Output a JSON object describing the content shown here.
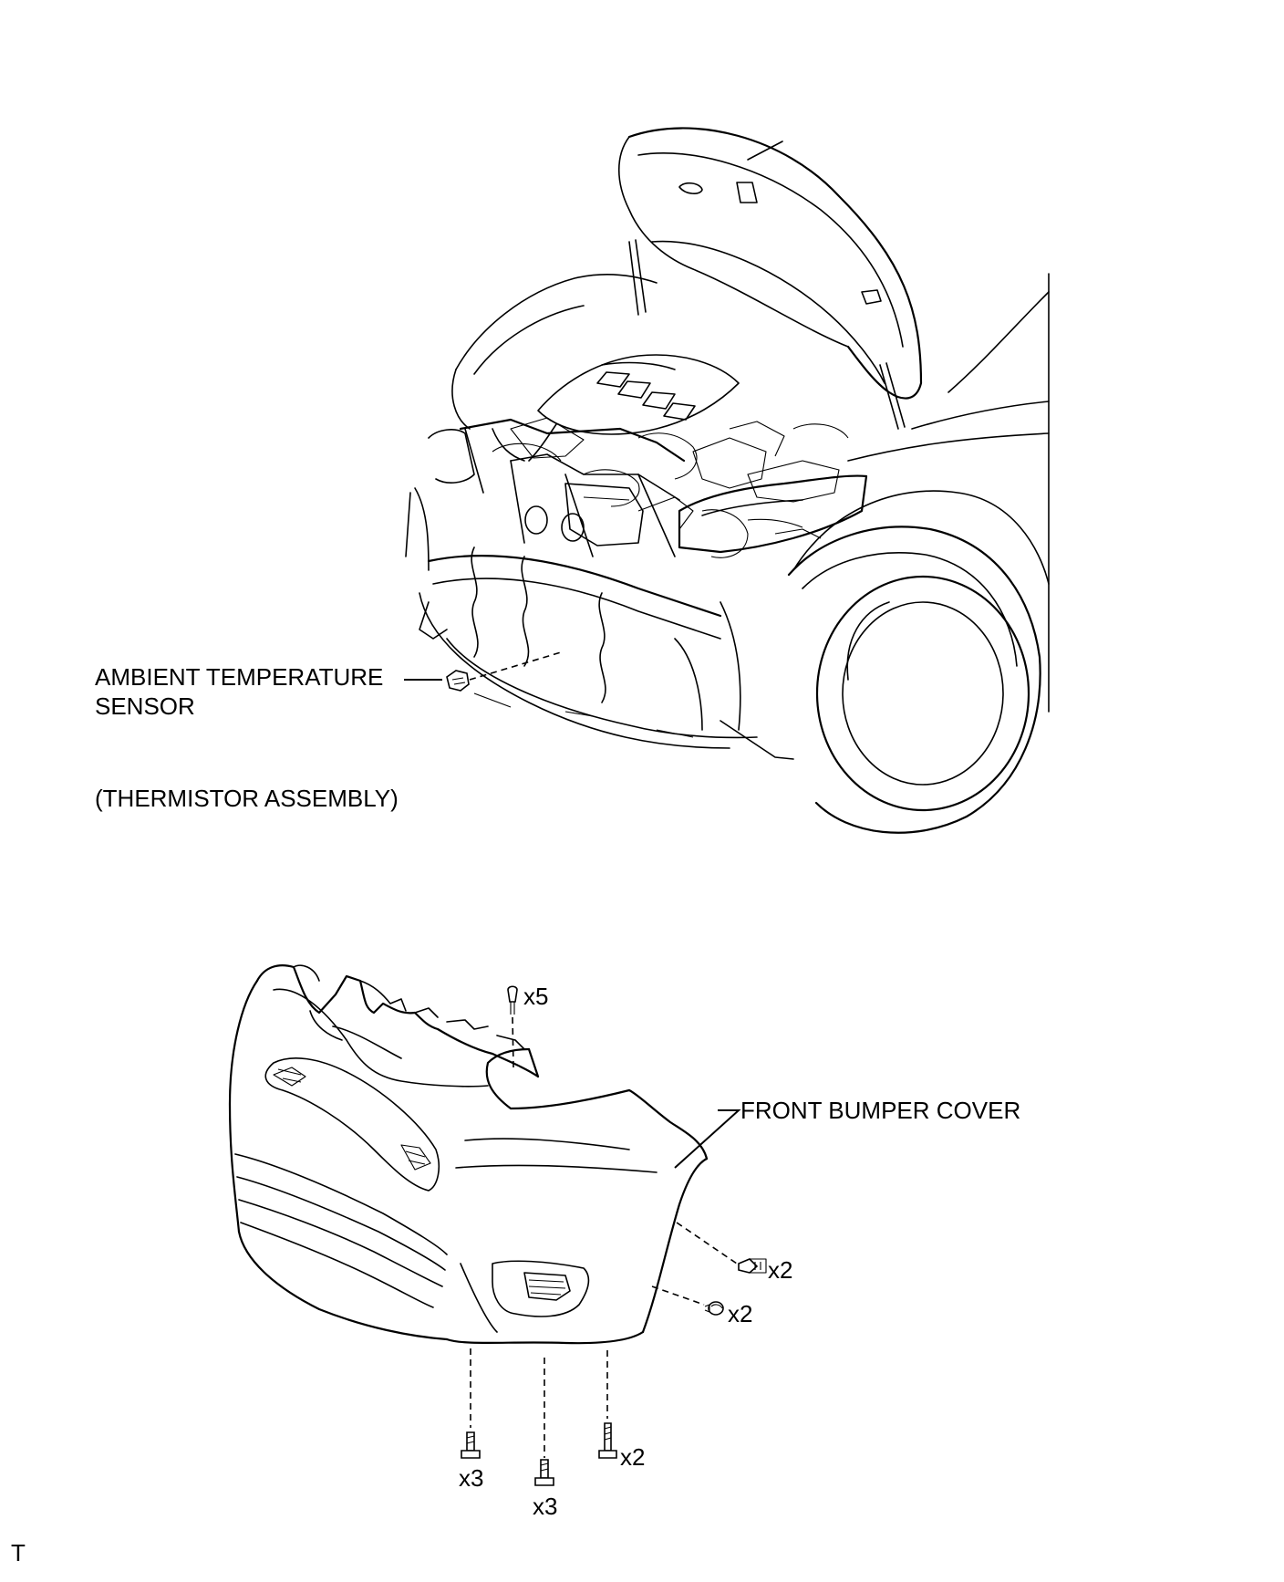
{
  "labels": {
    "sensor_line1": "AMBIENT TEMPERATURE",
    "sensor_line2": "SENSOR",
    "thermistor": "(THERMISTOR ASSEMBLY)",
    "bumper_cover": "FRONT BUMPER COVER",
    "corner_mark": "T"
  },
  "quantities": {
    "clip_top": "x5",
    "screw_side_upper": "x2",
    "screw_side_lower": "x2",
    "bolt_bottom_left": "x3",
    "bolt_bottom_mid": "x3",
    "bolt_bottom_right": "x2"
  }
}
